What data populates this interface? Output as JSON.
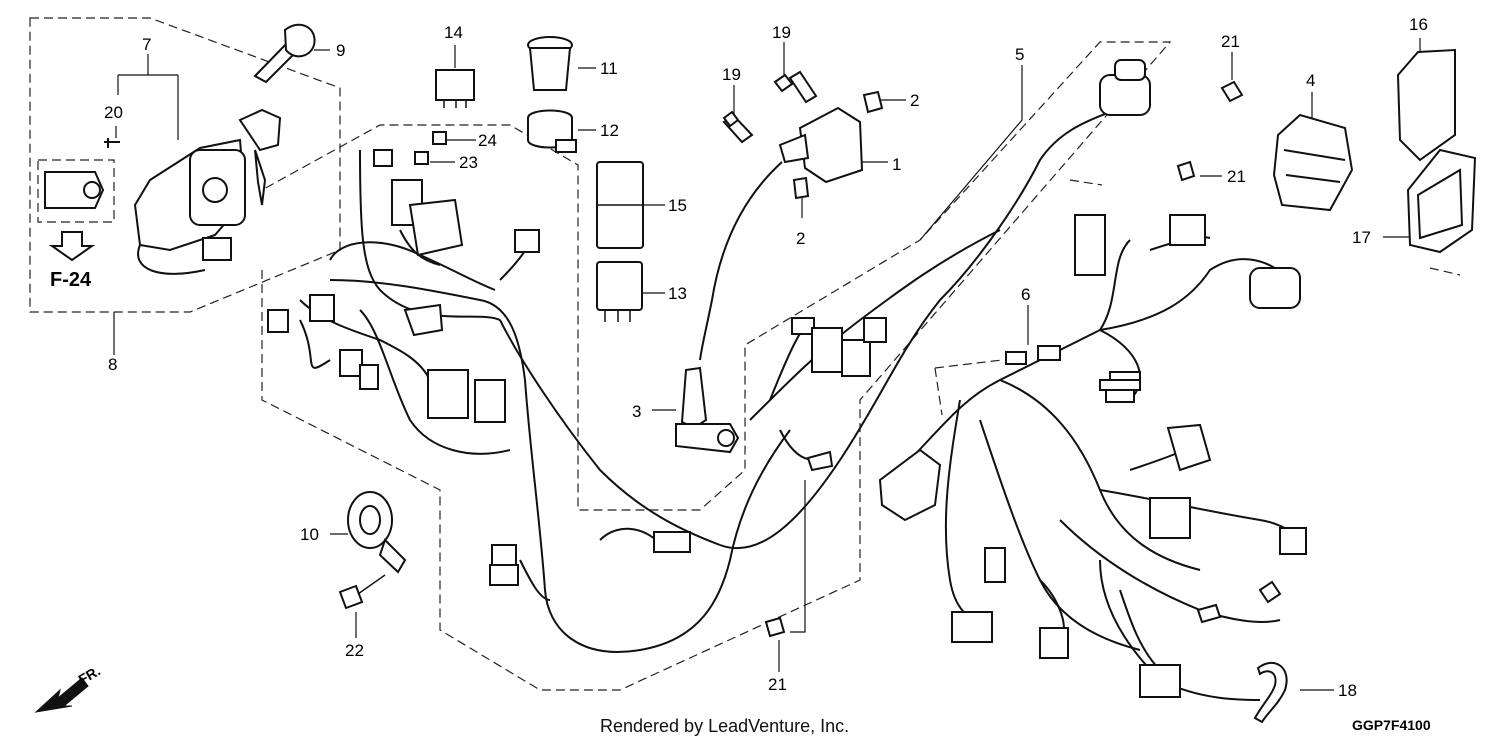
{
  "callouts": [
    "1",
    "2",
    "2",
    "3",
    "4",
    "5",
    "6",
    "7",
    "8",
    "9",
    "10",
    "11",
    "12",
    "13",
    "14",
    "15",
    "16",
    "17",
    "18",
    "19",
    "19",
    "20",
    "21",
    "21",
    "21",
    "22",
    "23",
    "24"
  ],
  "reference_label": "F-24",
  "direction_label": "FR.",
  "footer_text": "Rendered by LeadVenture, Inc.",
  "diagram_code": "GGP7F4100"
}
